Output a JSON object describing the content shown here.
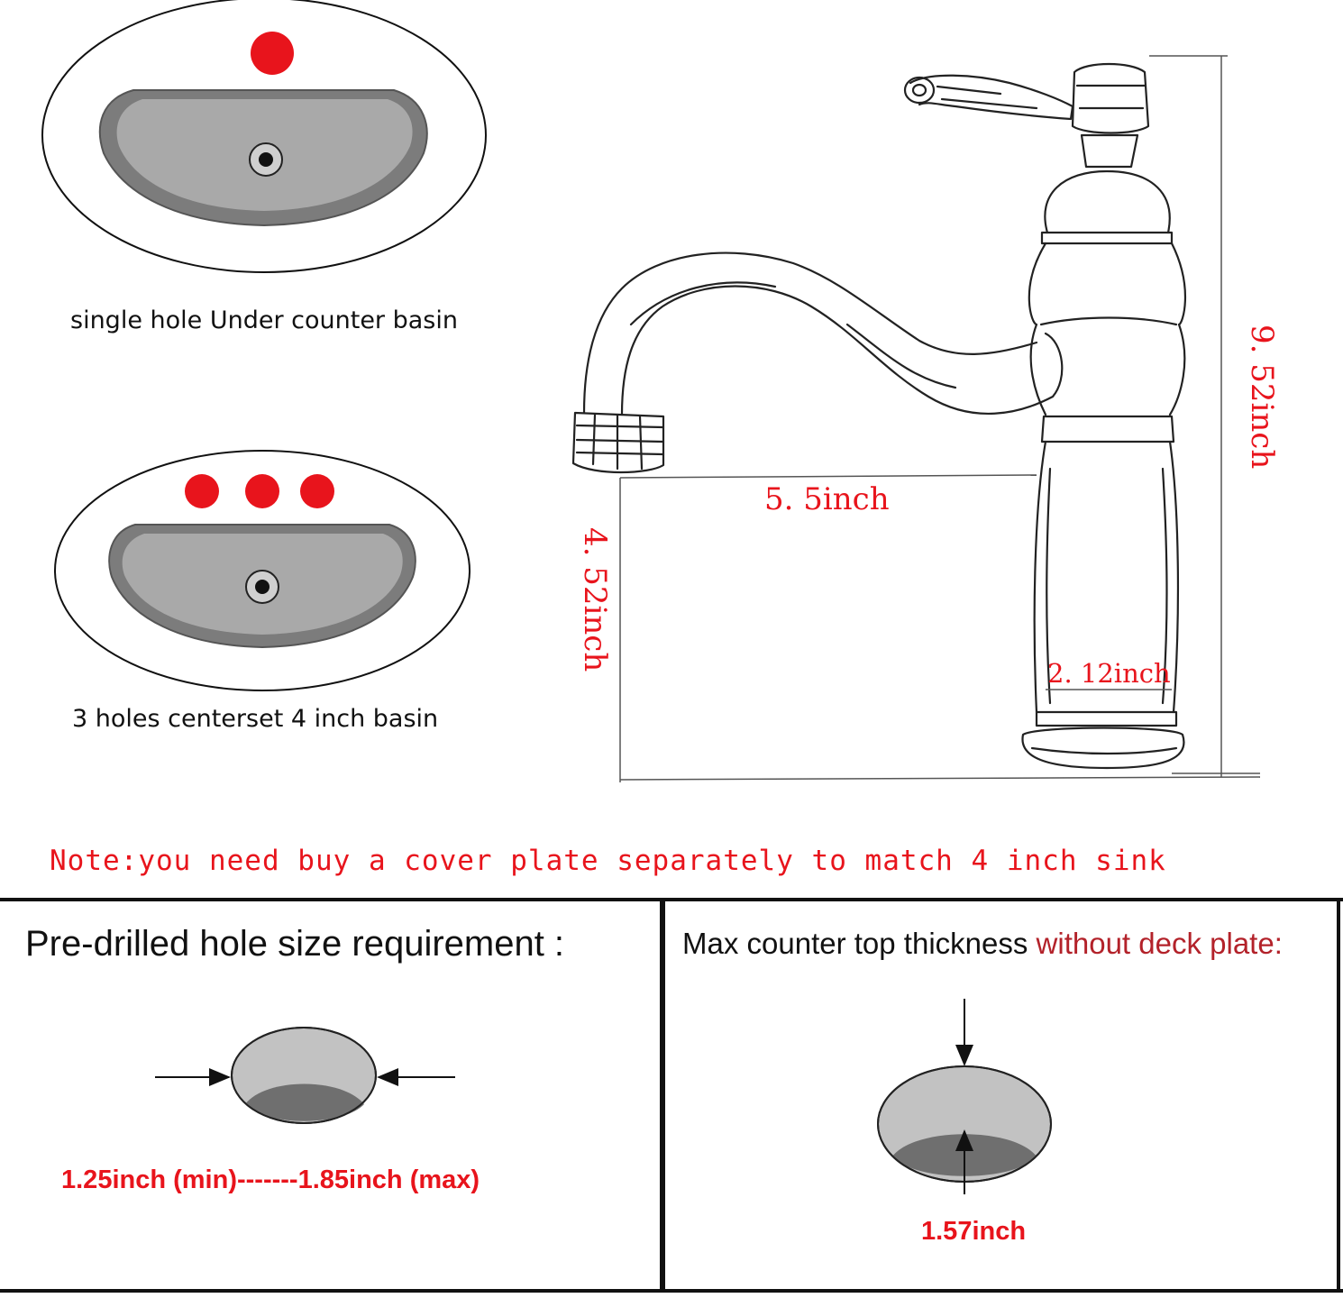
{
  "basins": [
    {
      "caption": "single hole Under counter basin",
      "hole_count": 1
    },
    {
      "caption": "3 holes centerset 4 inch basin",
      "hole_count": 3
    }
  ],
  "faucet": {
    "dimensions": {
      "height": "9. 52inch",
      "spout_reach": "5. 5inch",
      "spout_height": "4. 52inch",
      "base_width": "2. 12inch"
    }
  },
  "note": "Note:you need buy a cover plate separately to match 4 inch sink",
  "hole_panel": {
    "title": "Pre-drilled hole size requirement :",
    "range": "1.25inch (min)-------1.85inch (max)"
  },
  "thickness_panel": {
    "title_plain": "Max counter top thickness ",
    "title_highlight": "without deck plate:",
    "value": "1.57inch"
  },
  "colors": {
    "accent_red": "#e8141c",
    "basin_gray": "#a8a8a8",
    "basin_dark": "#7a7a7a",
    "title_red": "#b3222a"
  }
}
